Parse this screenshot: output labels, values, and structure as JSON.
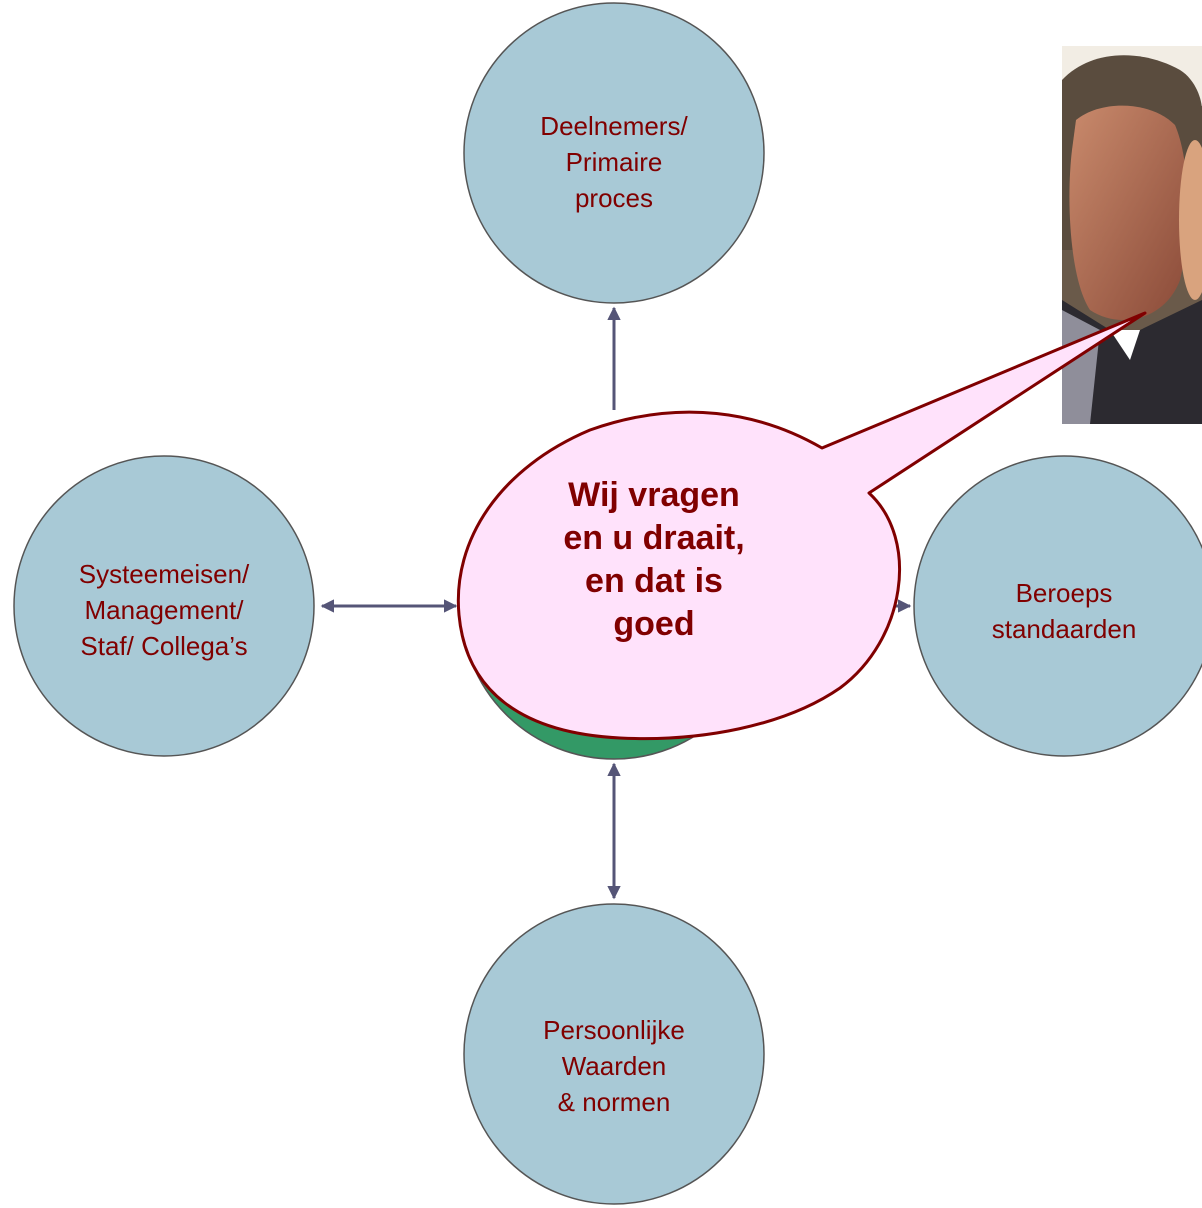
{
  "nodes": {
    "top": {
      "lines": [
        "Deelnemers/",
        "Primaire",
        "proces"
      ]
    },
    "left": {
      "lines": [
        "Systeemeisen/",
        "Management/",
        "Staf/ Collega’s"
      ]
    },
    "right": {
      "lines": [
        "Beroeps",
        "standaarden"
      ]
    },
    "bottom": {
      "lines": [
        "Persoonlijke",
        "Waarden",
        "& normen"
      ]
    }
  },
  "speech_bubble": {
    "lines": [
      "Wij vragen",
      "en u draait,",
      "en dat is",
      "goed"
    ]
  },
  "colors": {
    "node_fill": "#a8c9d6",
    "node_text": "#800000",
    "center_fill": "#339966",
    "bubble_fill": "#ffe2fb",
    "bubble_stroke": "#800000",
    "arrow": "#555577"
  },
  "icons": {
    "photo": "person-photo"
  }
}
